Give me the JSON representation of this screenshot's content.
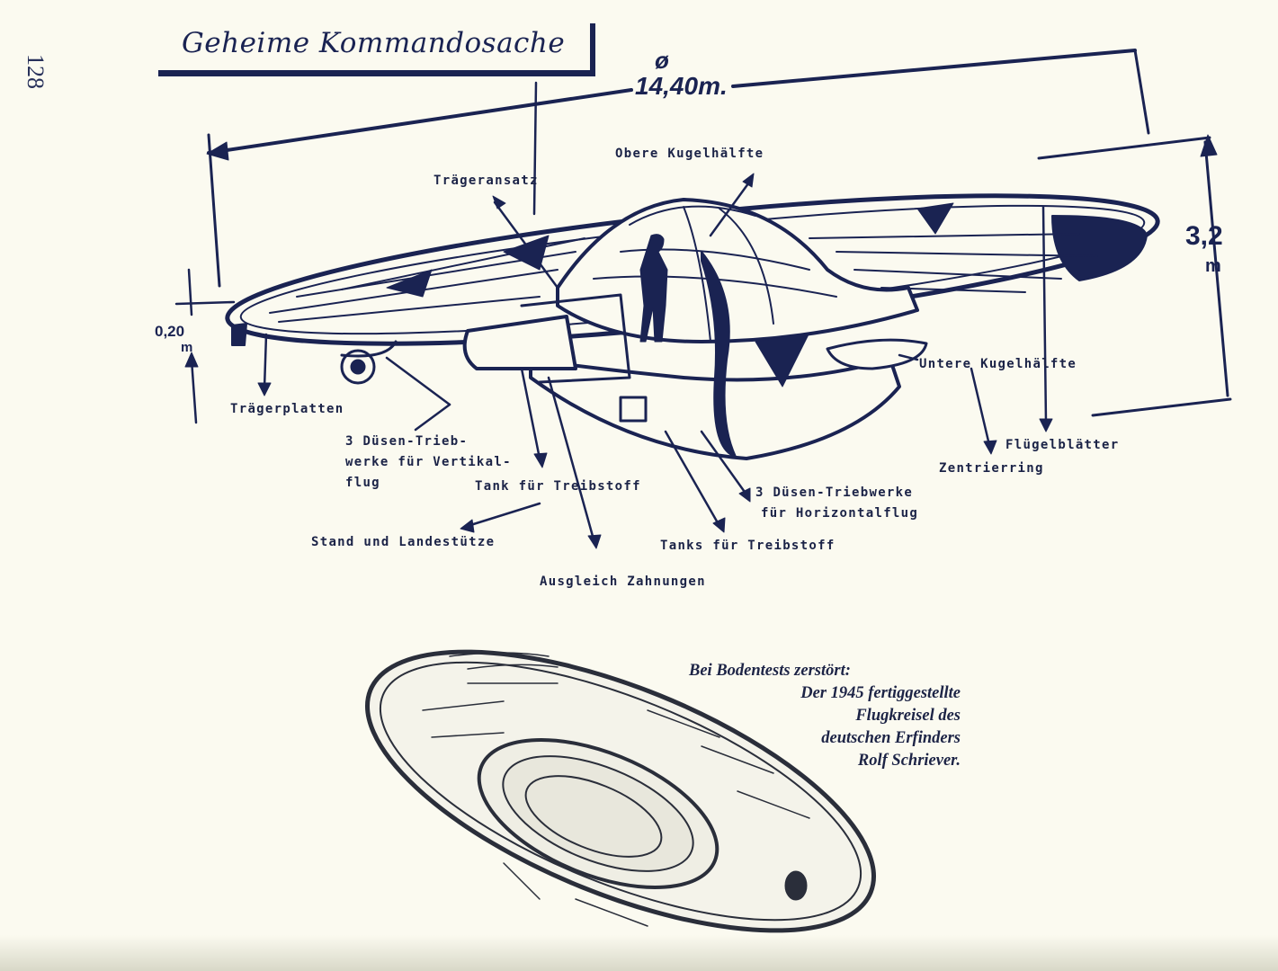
{
  "page_number": "128",
  "stamp": "Geheime Kommandosache",
  "dimensions": {
    "diameter_symbol": "ø",
    "diameter": "14,40m.",
    "height": "3,2",
    "height_unit": "m",
    "rim_thickness": "0,20",
    "rim_unit": "m"
  },
  "labels": {
    "obere_kugelhaelfte": "Obere Kugelhälfte",
    "traegeransatz": "Trägeransatz",
    "untere_kugelhaelfte": "Untere Kugelhälfte",
    "traegerplatten": "Trägerplatten",
    "duesen_vertikal": [
      "3 Düsen-Trieb-",
      "werke für Vertikal-",
      "flug"
    ],
    "tank_treibstoff": "Tank für Treibstoff",
    "duesen_horizontal": [
      "3 Düsen-Triebwerke",
      "für Horizontalflug"
    ],
    "fluegelblaetter": "Flügelblätter",
    "zentrierring": "Zentrierring",
    "stand_landestuetze": "Stand und Landestütze",
    "tanks_treibstoff": "Tanks für Treibstoff",
    "ausgleich_zahnungen": "Ausgleich Zahnungen"
  },
  "caption": [
    "Bei Bodentests zerstört:",
    "Der 1945 fertiggestellte",
    "Flugkreisel des",
    "deutschen Erfinders",
    "Rolf Schriever."
  ],
  "colors": {
    "ink": "#1a2352",
    "paper": "#fbfaf0"
  }
}
